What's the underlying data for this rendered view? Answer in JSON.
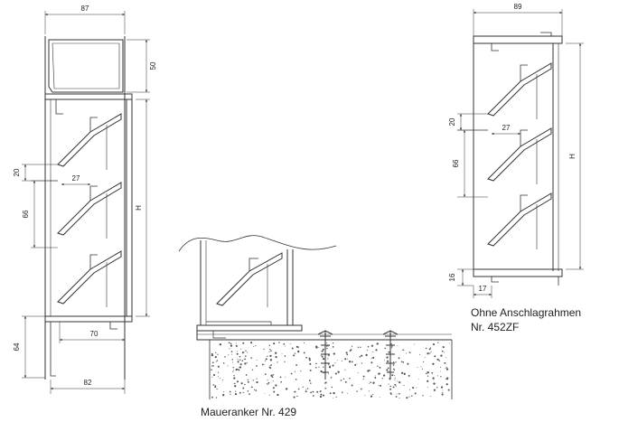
{
  "left_view": {
    "dims": {
      "width_top": "87",
      "height_head": "50",
      "pitch": "20",
      "slat_depth": "27",
      "slat_spacing": "66",
      "height_total": "H",
      "sill_inner": "70",
      "sill_height": "64",
      "width_bottom": "82"
    }
  },
  "middle_view": {
    "caption": "Maueranker Nr. 429"
  },
  "right_view": {
    "dims": {
      "width_top": "89",
      "pitch": "20",
      "slat_depth": "27",
      "slat_spacing": "66",
      "height_total": "H",
      "frame_height": "16",
      "frame_width": "17"
    },
    "caption_line1": "Ohne Anschlagrahmen",
    "caption_line2": "Nr. 452ZF"
  },
  "colors": {
    "line": "#333333",
    "speckle": "#555555"
  }
}
